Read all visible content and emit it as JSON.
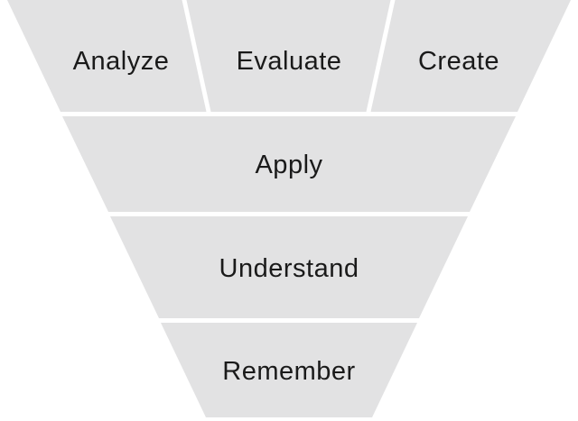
{
  "diagram": {
    "kind": "inverted-pyramid",
    "rows": [
      {
        "segments": [
          {
            "label": "Analyze"
          },
          {
            "label": "Evaluate"
          },
          {
            "label": "Create"
          }
        ]
      },
      {
        "segments": [
          {
            "label": "Apply"
          }
        ]
      },
      {
        "segments": [
          {
            "label": "Understand"
          }
        ]
      },
      {
        "segments": [
          {
            "label": "Remember"
          }
        ]
      }
    ],
    "colors": {
      "segment_fill": "#e2e2e3",
      "gap": "#ffffff",
      "label_text": "#1a1a1a",
      "background": "#ffffff"
    }
  }
}
